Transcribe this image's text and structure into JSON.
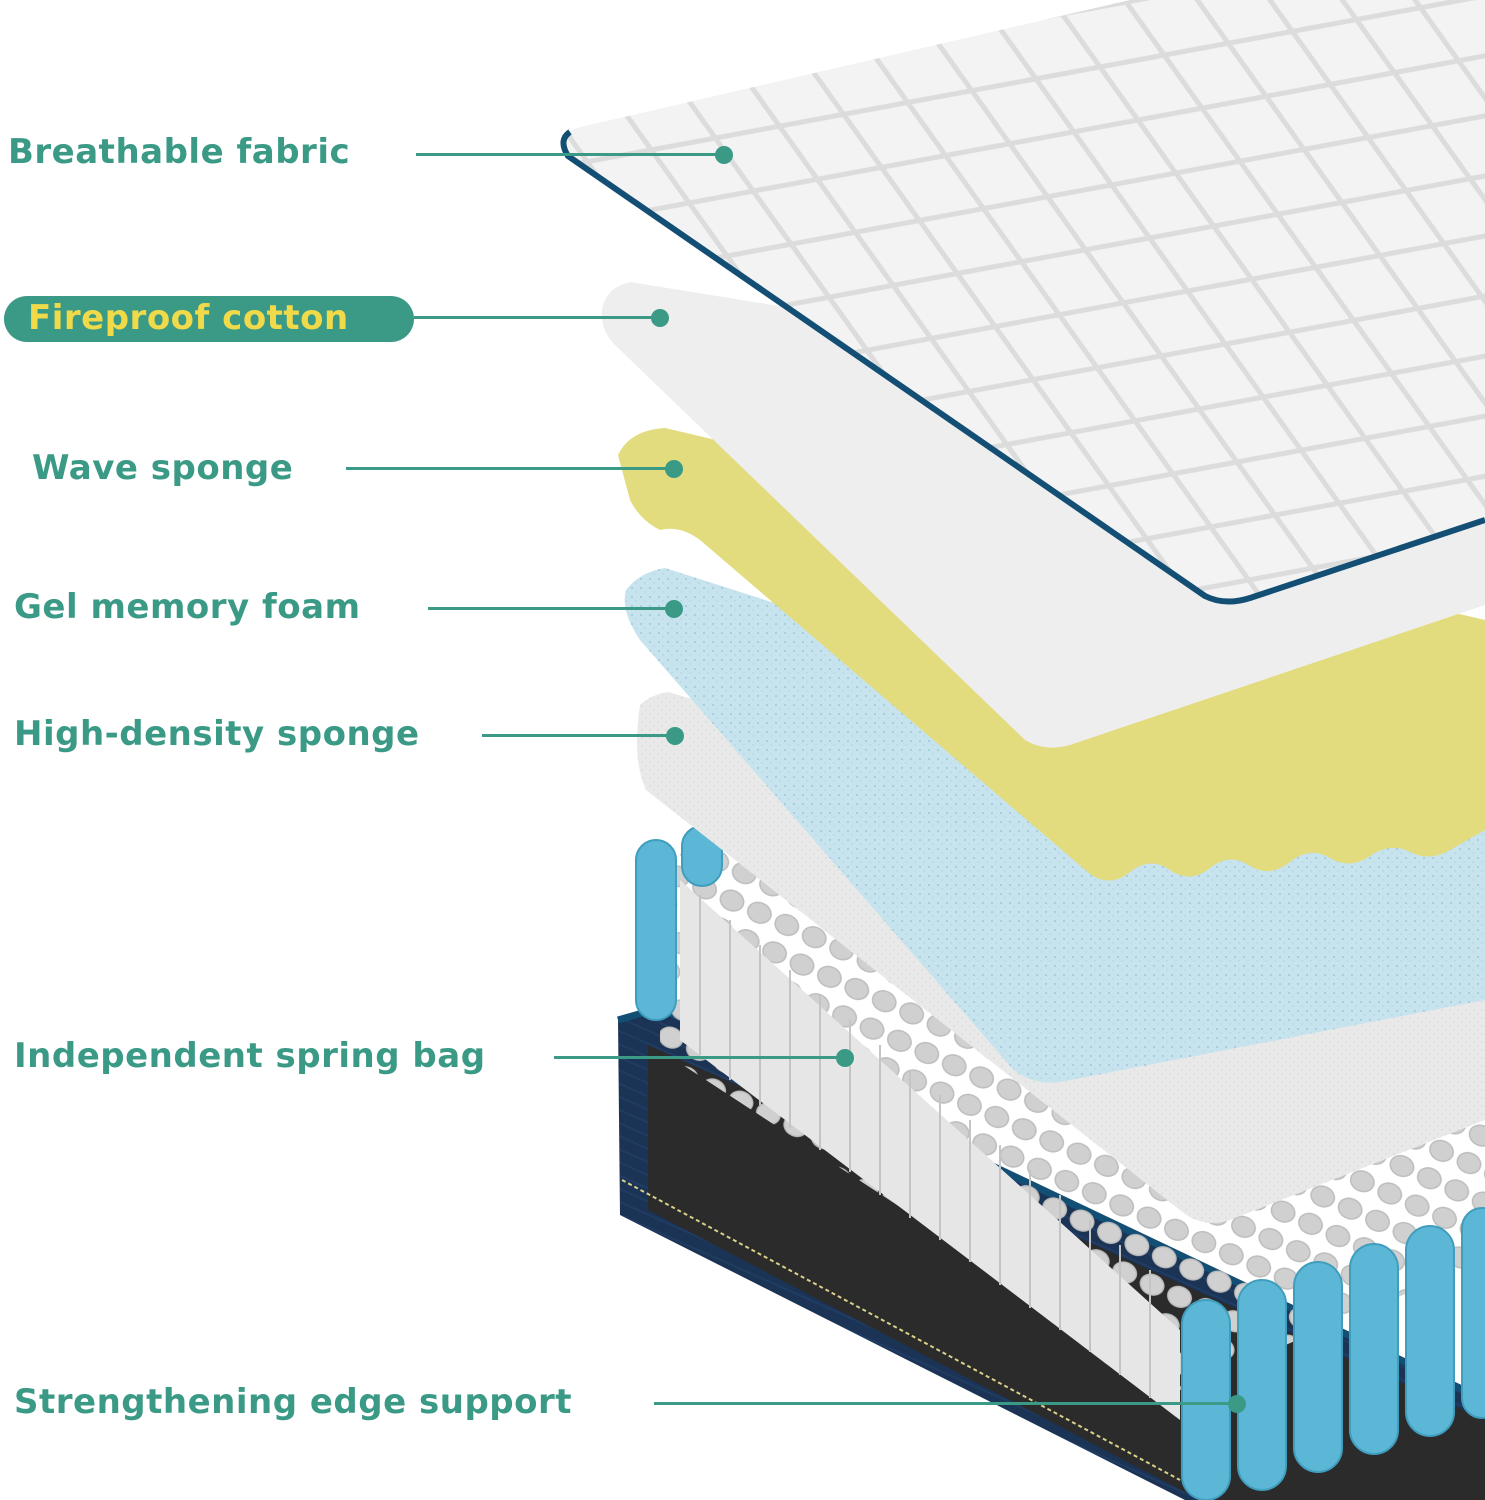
{
  "colors": {
    "label_teal": "#3a9a86",
    "highlight_text": "#f1da4a",
    "highlight_bg": "#3a9a86",
    "navy": "#1b3354",
    "trim": "#134e74",
    "fabric": "#f3f3f3",
    "cotton": "#eeeeee",
    "wave": "#e2dc7e",
    "gel": "#c7e3ee",
    "hd_sponge": "#e9e9e9",
    "coil_white": "#e4e4e4",
    "coil_blue": "#5bb7d5",
    "base_inner": "#2d2d2d"
  },
  "layers": [
    {
      "id": "breathable-fabric",
      "label": "Breathable fabric",
      "highlighted": false
    },
    {
      "id": "fireproof-cotton",
      "label": "Fireproof cotton",
      "highlighted": true
    },
    {
      "id": "wave-sponge",
      "label": "Wave sponge",
      "highlighted": false
    },
    {
      "id": "gel-memory-foam",
      "label": "Gel memory foam",
      "highlighted": false
    },
    {
      "id": "high-density-sponge",
      "label": "High-density sponge",
      "highlighted": false
    },
    {
      "id": "independent-spring-bag",
      "label": "Independent spring bag",
      "highlighted": false
    },
    {
      "id": "strengthening-edge-support",
      "label": "Strengthening edge support",
      "highlighted": false
    }
  ]
}
